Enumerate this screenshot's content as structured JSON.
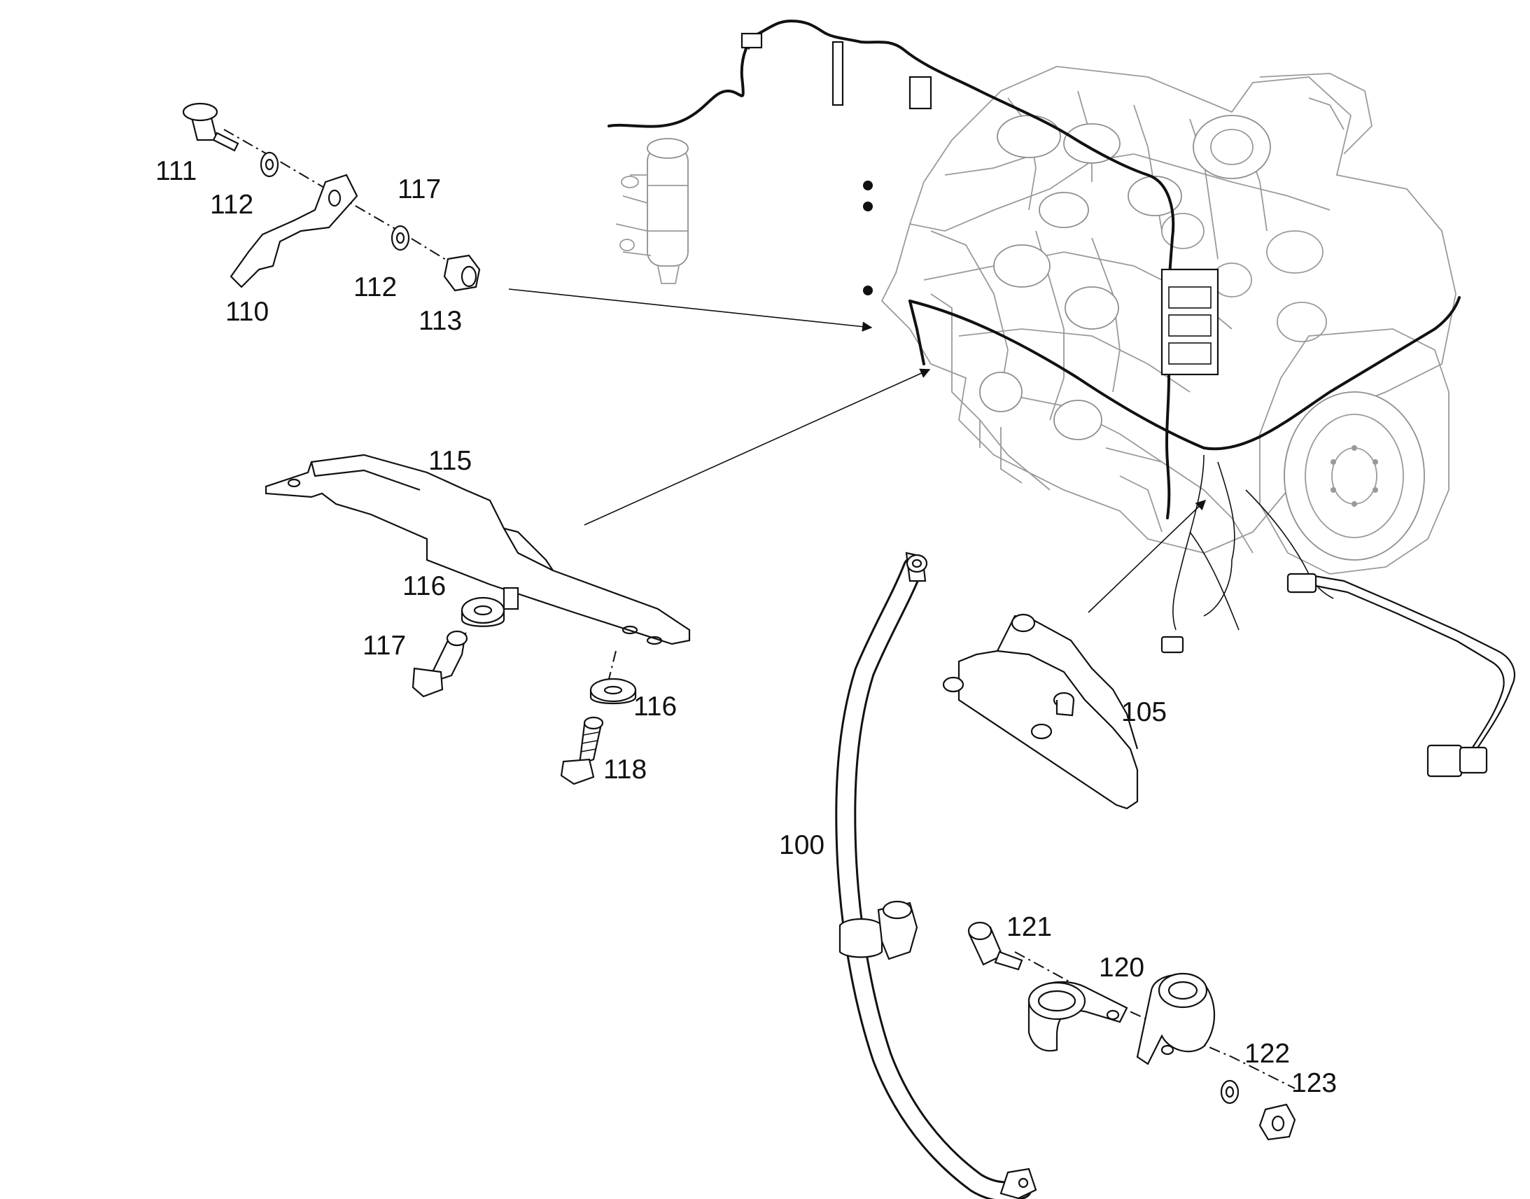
{
  "diagram": {
    "callouts": [
      {
        "id": "c100",
        "text": "100"
      },
      {
        "id": "c105",
        "text": "105"
      },
      {
        "id": "c110",
        "text": "110"
      },
      {
        "id": "c111",
        "text": "111"
      },
      {
        "id": "c112a",
        "text": "112"
      },
      {
        "id": "c112b",
        "text": "112"
      },
      {
        "id": "c113",
        "text": "113"
      },
      {
        "id": "c115",
        "text": "115"
      },
      {
        "id": "c116a",
        "text": "116"
      },
      {
        "id": "c116b",
        "text": "116"
      },
      {
        "id": "c117a",
        "text": "117"
      },
      {
        "id": "c117b",
        "text": "117"
      },
      {
        "id": "c118",
        "text": "118"
      },
      {
        "id": "c120",
        "text": "120"
      },
      {
        "id": "c121",
        "text": "121"
      },
      {
        "id": "c122",
        "text": "122"
      },
      {
        "id": "c123",
        "text": "123"
      }
    ]
  }
}
